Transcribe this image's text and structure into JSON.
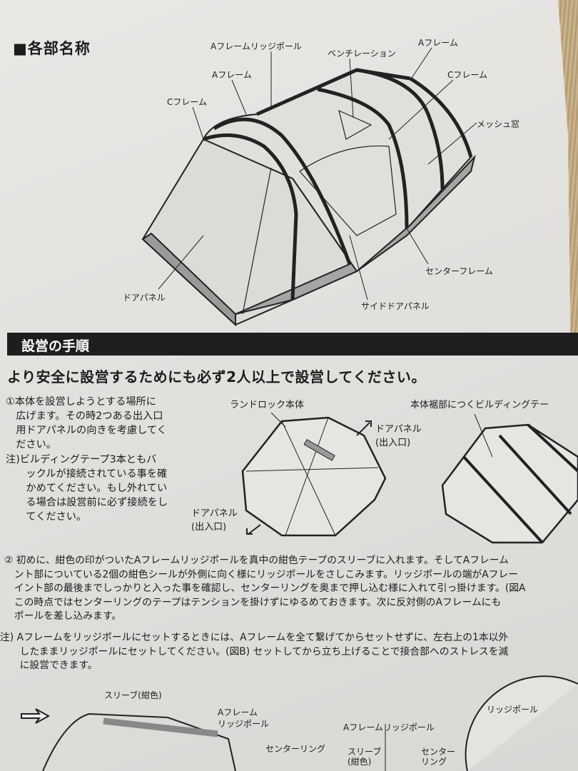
{
  "parts_section": {
    "title": "■各部名称",
    "labels": {
      "a_frame_ridge_pole": "Aフレームリッジポール",
      "ventilation": "ベンチレーション",
      "a_frame_right": "Aフレーム",
      "a_frame_left": "Aフレーム",
      "c_frame_right": "Cフレーム",
      "c_frame_left": "Cフレーム",
      "mesh_window": "メッシュ窓",
      "center_frame": "センターフレーム",
      "door_panel": "ドアパネル",
      "side_door_panel": "サイドドアパネル"
    }
  },
  "setup_section": {
    "title": "設営の手順",
    "lead": "より安全に設営するためにも必ず2人以上で設営してください。",
    "step1": {
      "text": "①本体を設営しようとする場所に\n　広げます。その時2つある出入口\n　用ドアパネルの向きを考慮してく\n　ださい。",
      "note": "注)ビルディングテープ3本ともバ\n　　ックルが接続されている事を確\n　　かめてください。もし外れてい\n　　る場合は設営前に必ず接続をし\n　　てください。"
    },
    "diagram1": {
      "body_label": "ランドロック本体",
      "door_top": "ドアパネル\n(出入口)",
      "door_bottom": "ドアパネル\n(出入口)",
      "tape_label": "本体裾部につくビルディングテー"
    },
    "step2": {
      "text": "② 初めに、紺色の印がついたAフレームリッジポールを真中の紺色テープのスリーブに入れます。そしてAフレーム\n　ント部についている2個の紺色シールが外側に向く様にリッジポールをさしこみます。リッジポールの端がAフレー\n　イント部の最後までしっかりと入った事を確認し、センターリングを奥まで押し込む様に入れて引っ掛けます。(図A\n　この時点ではセンターリングのテープはテンションを掛けずにゆるめておきます。次に反対側のAフレームにも\n　ポールを差し込みます。",
      "note": "注) Aフレームをリッジポールにセットするときには、Aフレームを全て繋げてからセットせずに、左右上の1本以外\n　　したままリッジポールにセットしてください。(図B) セットしてから立ち上げることで接合部へのストレスを減\n　　に設営できます。"
    },
    "diagram2": {
      "sleeve": "スリーブ(紺色)",
      "a_frame_ridge": "Aフレーム\nリッジポール",
      "center_ring": "センターリング",
      "a_frame_ridge_pole": "Aフレームリッジポール",
      "sleeve2": "スリーブ\n(紺色)",
      "center_ring2": "センター\nリング",
      "ridge_pole": "リッジポール"
    }
  }
}
